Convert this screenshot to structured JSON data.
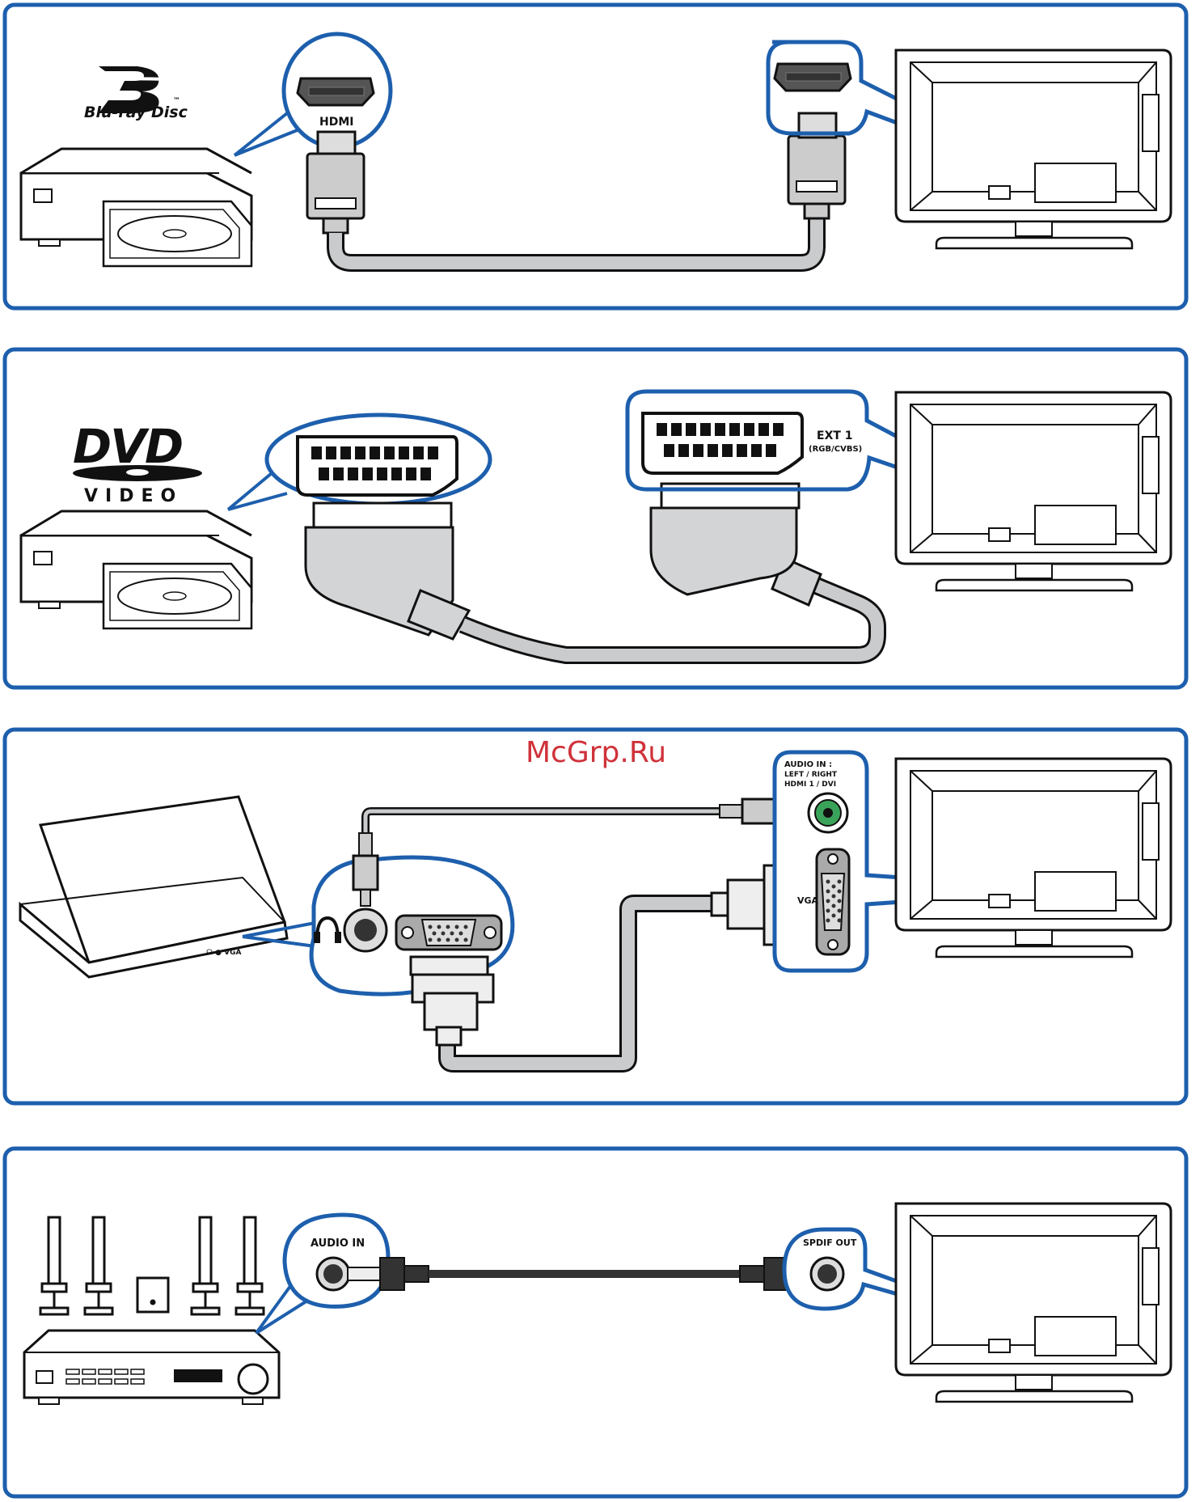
{
  "watermark": "McGrp.Ru",
  "panel1": {
    "logo_main": "Blu-ray Disc",
    "logo_tm": "™",
    "connector_label": "HDMI"
  },
  "panel2": {
    "logo_dvd": "DVD",
    "logo_video": "VIDEO",
    "tv_port_line1": "EXT 1",
    "tv_port_line2": "(RGB/CVBS)"
  },
  "panel3": {
    "audio_in_line1": "AUDIO IN :",
    "audio_in_line2": "LEFT / RIGHT",
    "audio_in_line3": "HDMI 1 / DVI",
    "vga_label": "VGA",
    "laptop_ports_label": "☊ ● VGA"
  },
  "panel4": {
    "audio_in_label": "AUDIO IN",
    "spdif_label": "SPDIF OUT"
  },
  "colors": {
    "panel_border": "#1d5fad",
    "callout_border": "#1d5fad",
    "cable_gray": "#c9cbcd",
    "outline": "#111111",
    "audio_jack_green": "#3aa35a",
    "watermark": "#d0323a"
  }
}
